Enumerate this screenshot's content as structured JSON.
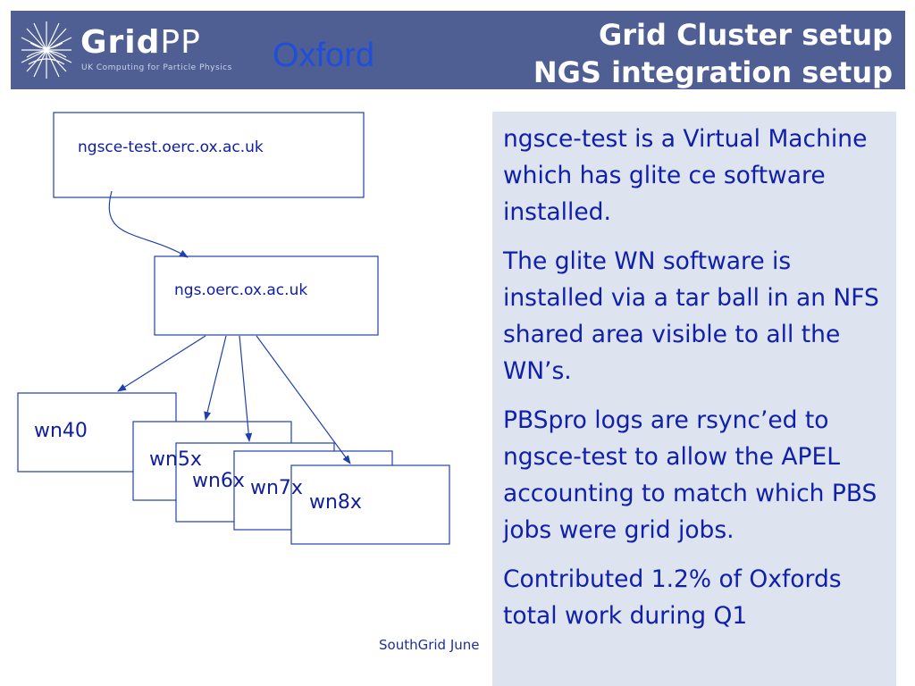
{
  "header": {
    "logo_text_bold": "Grid",
    "logo_text_light": "PP",
    "logo_subtitle": "UK Computing for Particle Physics",
    "site": "Oxford",
    "title_line1": "Grid Cluster setup",
    "title_line2": "NGS integration setup",
    "colors": {
      "bar": "#4f5f94",
      "site_text": "#1f4fd8",
      "title_text": "#ffffff"
    },
    "logo_icon": "grid-star-icon"
  },
  "diagram": {
    "nodes": {
      "ce": "ngsce-test.oerc.ox.ac.uk",
      "ngs": "ngs.oerc.ox.ac.uk",
      "wn40": "wn40",
      "wn5x": "wn5x",
      "wn6x": "wn6x",
      "wn7x": "wn7x",
      "wn8x": "wn8x"
    },
    "line_color": "#1f3fae"
  },
  "panel": {
    "paragraphs": [
      "ngsce-test is a Virtual Machine which has glite ce software installed.",
      "The glite WN software is installed via a tar ball in an NFS shared area visible to all the WN’s.",
      "PBSpro logs are rsync’ed to ngsce-test to allow the APEL accounting to match which PBS jobs were grid jobs.",
      "Contributed 1.2% of Oxfords total work during Q1"
    ],
    "background": "#dde3ef",
    "text_color": "#1020a8"
  },
  "footer": {
    "text": "SouthGrid June"
  }
}
